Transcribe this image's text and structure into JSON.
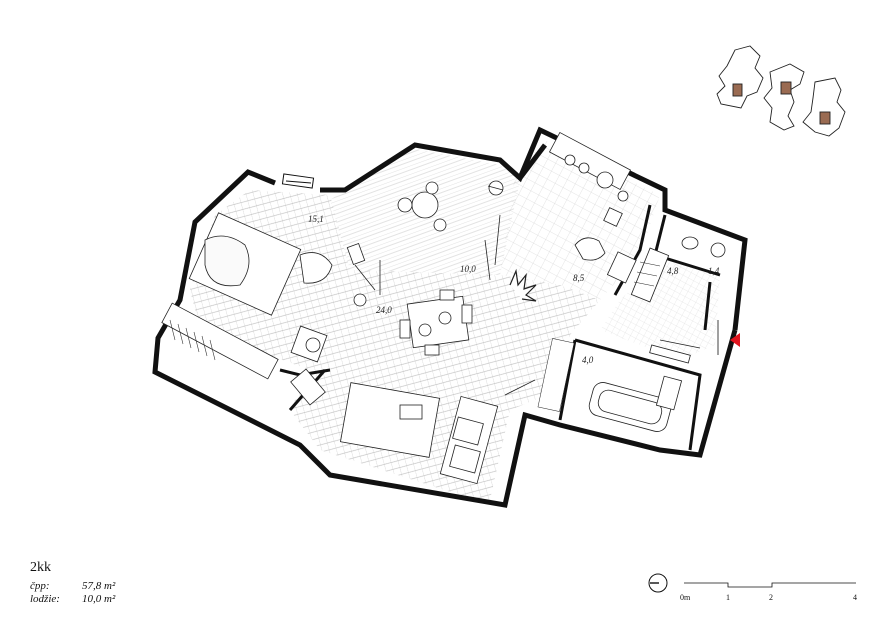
{
  "unit": {
    "type": "2kk",
    "areas": [
      {
        "label": "čpp:",
        "value": "57,8 m²"
      },
      {
        "label": "lodžie:",
        "value": "10,0 m²"
      }
    ]
  },
  "rooms": [
    {
      "id": "bedroom",
      "area": "15,1"
    },
    {
      "id": "loggia",
      "area": "10,0"
    },
    {
      "id": "kitchen",
      "area": "8,5"
    },
    {
      "id": "hall",
      "area": "4,8"
    },
    {
      "id": "wc",
      "area": "1,4"
    },
    {
      "id": "living",
      "area": "24,0"
    },
    {
      "id": "bathroom",
      "area": "4,0"
    }
  ],
  "scale_bar": {
    "ticks": [
      "0m",
      "1",
      "2",
      "4"
    ]
  },
  "colors": {
    "entrance": "#e0141e",
    "unit_highlight": "#9a6b52",
    "wall": "#111111"
  }
}
